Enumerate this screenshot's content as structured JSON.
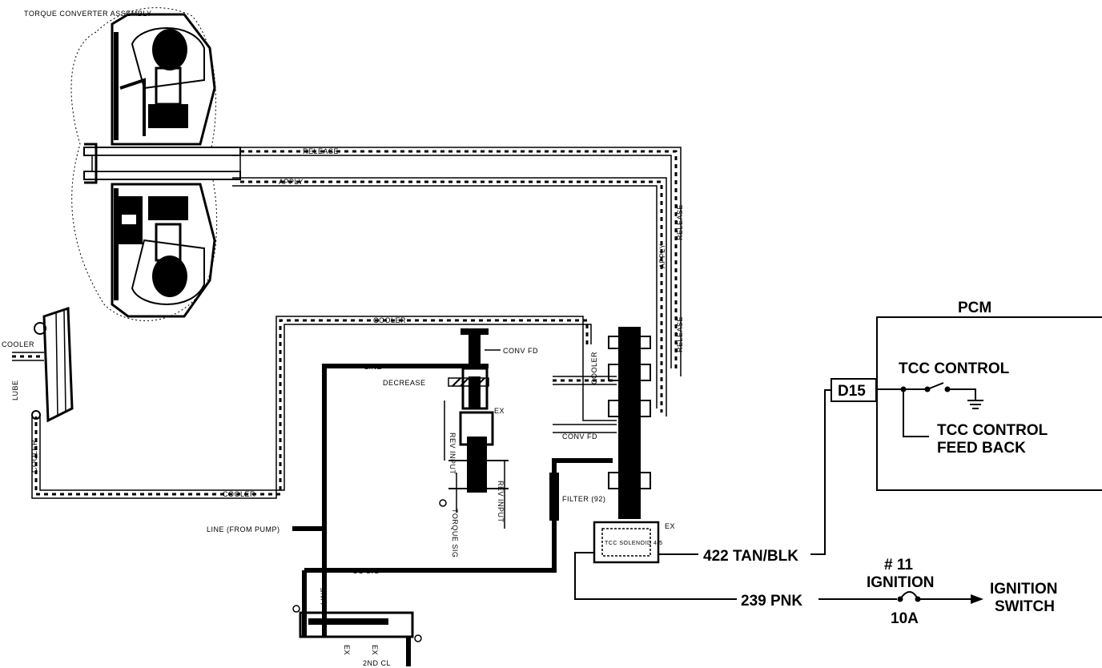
{
  "diagram": {
    "torque_converter": "TORQUE CONVERTER ASSEMBLY",
    "release": "RELEASE",
    "apply": "APPLY",
    "release_v": "RELEASE",
    "apply_v": "APPLY",
    "release_v2": "RELEASE",
    "cooler_top": "COOLER",
    "cooler_bottom": "COOLER",
    "cooler_left": "COOLER",
    "cooler_right": "COOLER",
    "lube": "LUBE",
    "cooler_vert": "COOLER",
    "line": "LINE",
    "line_from_pump": "LINE (FROM PUMP)",
    "line_vert": "LINE",
    "cc_sig": "CC SIG",
    "decrease": "DECREASE",
    "conv_fd_top": "CONV FD",
    "conv_fd_bottom": "CONV FD",
    "ex_valve": "EX",
    "ex_solenoid": "EX",
    "ex_low1": "EX",
    "ex_low2": "EX",
    "rev_input": "REV INPUT",
    "rev_input2": "REV INPUT",
    "torque_sig": "TORQUE SIG",
    "filter": "FILTER (92)",
    "tcc_solenoid": "TCC SOLENOID 4-5",
    "second_cl": "2ND CL",
    "pcm": "PCM",
    "d15": "D15",
    "tcc_control": "TCC CONTROL",
    "tcc_feedback_1": "TCC CONTROL",
    "tcc_feedback_2": "FEED BACK",
    "wire_422": "422 TAN/BLK",
    "wire_239": "239 PNK",
    "fuse_num": "# 11",
    "fuse_name": "IGNITION",
    "fuse_amp": "10A",
    "ign_switch_1": "IGNITION",
    "ign_switch_2": "SWITCH"
  }
}
